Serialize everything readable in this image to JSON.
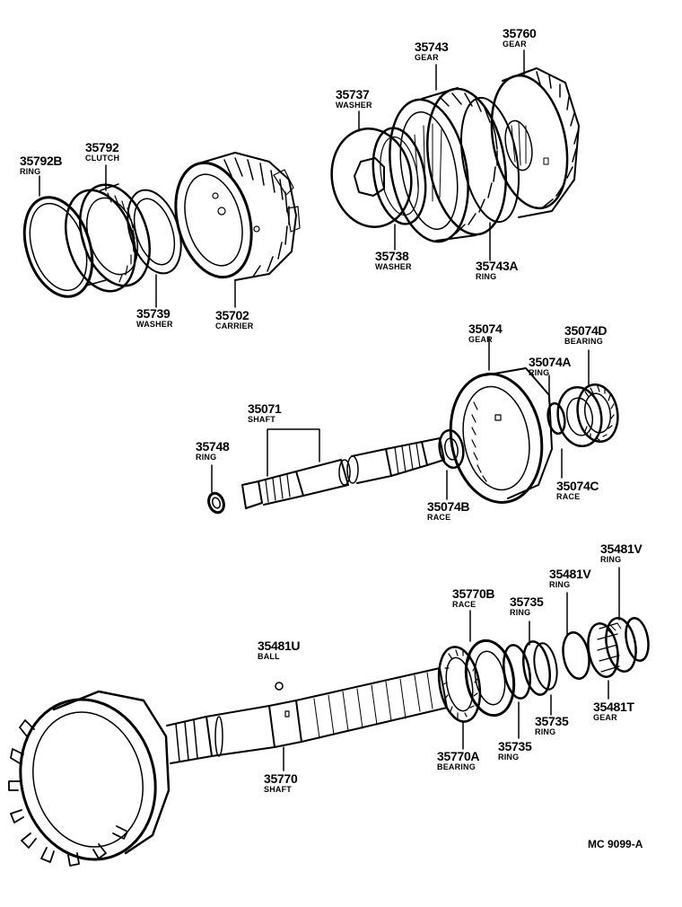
{
  "diagram": {
    "reference": "MC 9099-A",
    "parts": [
      {
        "id": "p35792B",
        "number": "35792B",
        "name": "RING"
      },
      {
        "id": "p35792",
        "number": "35792",
        "name": "CLUTCH"
      },
      {
        "id": "p35739",
        "number": "35739",
        "name": "WASHER"
      },
      {
        "id": "p35702",
        "number": "35702",
        "name": "CARRIER"
      },
      {
        "id": "p35737",
        "number": "35737",
        "name": "WASHER"
      },
      {
        "id": "p35743",
        "number": "35743",
        "name": "GEAR"
      },
      {
        "id": "p35760",
        "number": "35760",
        "name": "GEAR"
      },
      {
        "id": "p35738",
        "number": "35738",
        "name": "WASHER"
      },
      {
        "id": "p35743A",
        "number": "35743A",
        "name": "RING"
      },
      {
        "id": "p35074",
        "number": "35074",
        "name": "GEAR"
      },
      {
        "id": "p35074D",
        "number": "35074D",
        "name": "BEARING"
      },
      {
        "id": "p35074A",
        "number": "35074A",
        "name": "RING"
      },
      {
        "id": "p35071",
        "number": "35071",
        "name": "SHAFT"
      },
      {
        "id": "p35748",
        "number": "35748",
        "name": "RING"
      },
      {
        "id": "p35074C",
        "number": "35074C",
        "name": "RACE"
      },
      {
        "id": "p35074B",
        "number": "35074B",
        "name": "RACE"
      },
      {
        "id": "p35481V_a",
        "number": "35481V",
        "name": "RING"
      },
      {
        "id": "p35481V_b",
        "number": "35481V",
        "name": "RING"
      },
      {
        "id": "p35770B",
        "number": "35770B",
        "name": "RACE"
      },
      {
        "id": "p35735_a",
        "number": "35735",
        "name": "RING"
      },
      {
        "id": "p35481U",
        "number": "35481U",
        "name": "BALL"
      },
      {
        "id": "p35481T",
        "number": "35481T",
        "name": "GEAR"
      },
      {
        "id": "p35735_b",
        "number": "35735",
        "name": "RING"
      },
      {
        "id": "p35735_c",
        "number": "35735",
        "name": "RING"
      },
      {
        "id": "p35770A",
        "number": "35770A",
        "name": "BEARING"
      },
      {
        "id": "p35770",
        "number": "35770",
        "name": "SHAFT"
      }
    ]
  }
}
